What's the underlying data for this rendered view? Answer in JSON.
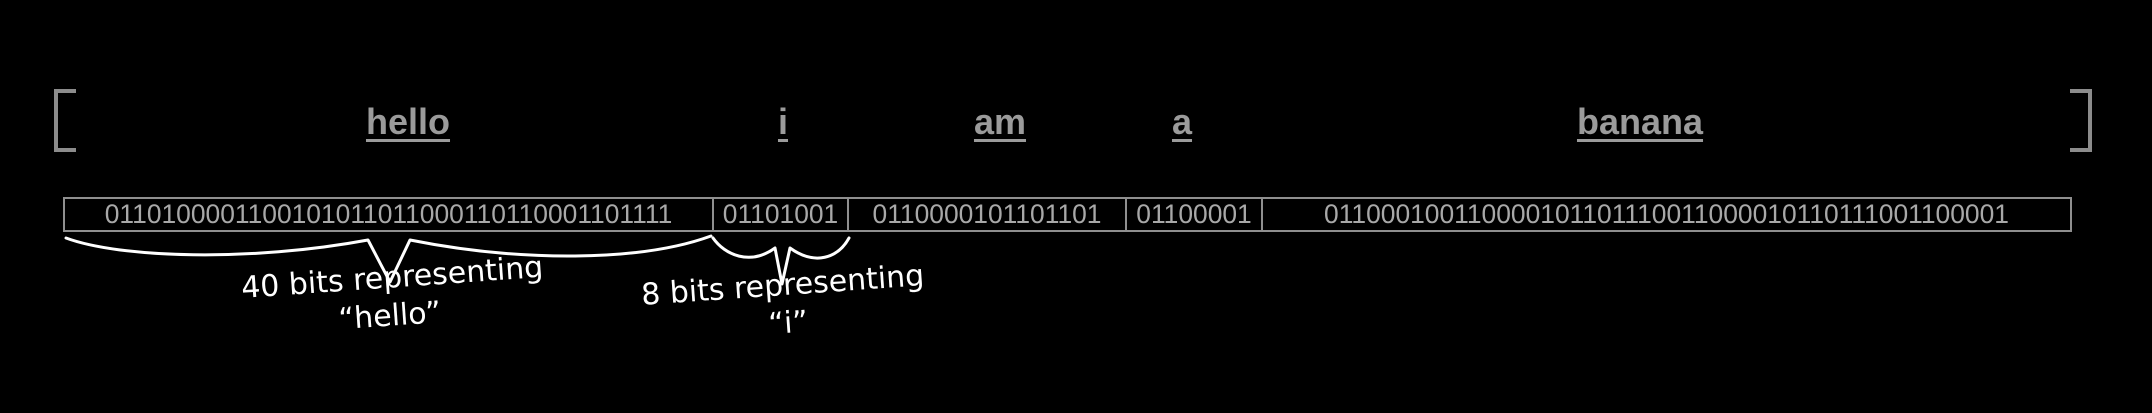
{
  "words": [
    {
      "text": "hello",
      "bits": "0110100001100101011011000110110001101111"
    },
    {
      "text": "i",
      "bits": "01101001"
    },
    {
      "text": "am",
      "bits": "0110000101101101"
    },
    {
      "text": "a",
      "bits": "01100001"
    },
    {
      "text": "banana",
      "bits": "011000100110000101101110011000010110111001100001"
    }
  ],
  "annotations": {
    "hello": {
      "line1": "40 bits representing",
      "line2": "“hello”"
    },
    "i": {
      "line1": "8 bits representing",
      "line2": "“i”"
    }
  },
  "colors": {
    "background": "#000000",
    "word": "#9b9b9b",
    "bits": "#a8a8a8",
    "box_border": "#8f8f8f",
    "annotation": "#ffffff"
  }
}
